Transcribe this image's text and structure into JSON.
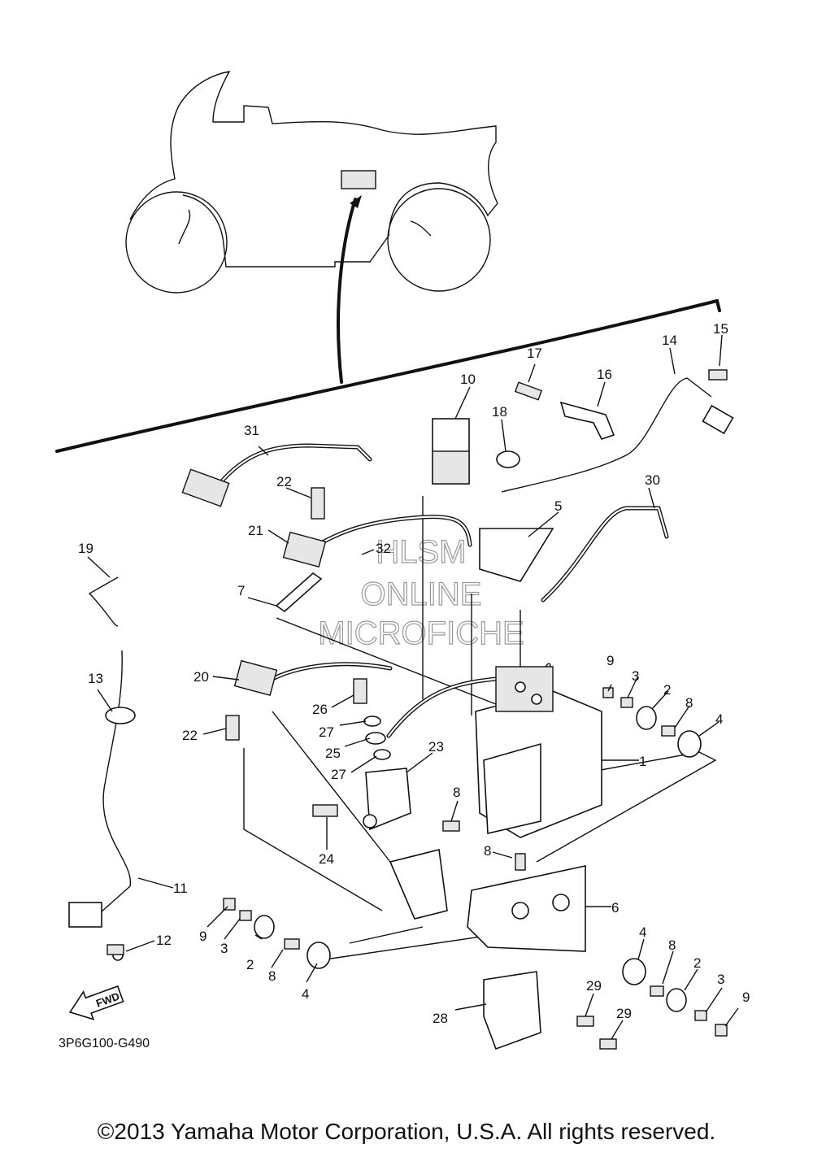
{
  "diagram": {
    "code": "3P6G100-G490",
    "fwd_label": "FWD",
    "copyright": "©2013 Yamaha Motor Corporation, U.S.A. All rights reserved.",
    "watermark": [
      "HLSM",
      "ONLINE",
      "MICROFICHE"
    ],
    "callouts": [
      "1",
      "2",
      "2",
      "2",
      "3",
      "3",
      "3",
      "4",
      "4",
      "4",
      "5",
      "6",
      "7",
      "8",
      "8",
      "8",
      "8",
      "8",
      "9",
      "9",
      "9",
      "10",
      "11",
      "12",
      "13",
      "14",
      "15",
      "16",
      "17",
      "18",
      "19",
      "20",
      "21",
      "22",
      "22",
      "23",
      "24",
      "25",
      "26",
      "27",
      "27",
      "28",
      "29",
      "29",
      "30",
      "31",
      "32"
    ]
  }
}
